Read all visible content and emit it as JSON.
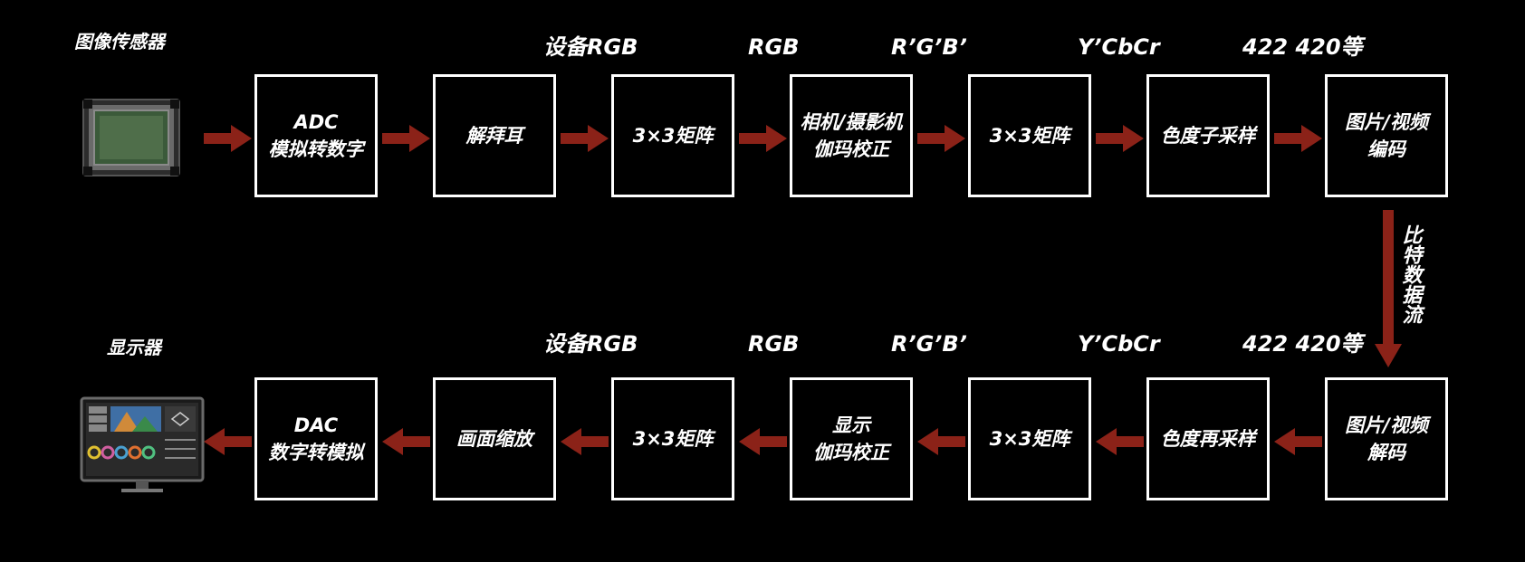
{
  "colors": {
    "background": "#000000",
    "box_border": "#ffffff",
    "arrow": "#8b2218",
    "text": "#ffffff"
  },
  "top": {
    "device_label": "图像传感器",
    "device_icon": "image-sensor-icon",
    "labels": [
      "设备RGB",
      "RGB",
      "R’G’B’",
      "Y’CbCr",
      "422 420等"
    ],
    "boxes": [
      {
        "line1": "ADC",
        "line2": "模拟转数字"
      },
      {
        "line1": "解拜耳"
      },
      {
        "line1": "3×3矩阵"
      },
      {
        "line1": "相机/摄影机",
        "line2": "伽玛校正"
      },
      {
        "line1": "3×3矩阵"
      },
      {
        "line1": "色度子采样"
      },
      {
        "line1": "图片/视频",
        "line2": "编码"
      }
    ]
  },
  "bitstream_label": "比特数据流",
  "bottom": {
    "device_label": "显示器",
    "device_icon": "monitor-icon",
    "labels": [
      "设备RGB",
      "RGB",
      "R’G’B’",
      "Y’CbCr",
      "422 420等"
    ],
    "boxes": [
      {
        "line1": "DAC",
        "line2": "数字转模拟"
      },
      {
        "line1": "画面缩放"
      },
      {
        "line1": "3×3矩阵"
      },
      {
        "line1": "显示",
        "line2": "伽玛校正"
      },
      {
        "line1": "3×3矩阵"
      },
      {
        "line1": "色度再采样"
      },
      {
        "line1": "图片/视频",
        "line2": "解码"
      }
    ]
  }
}
